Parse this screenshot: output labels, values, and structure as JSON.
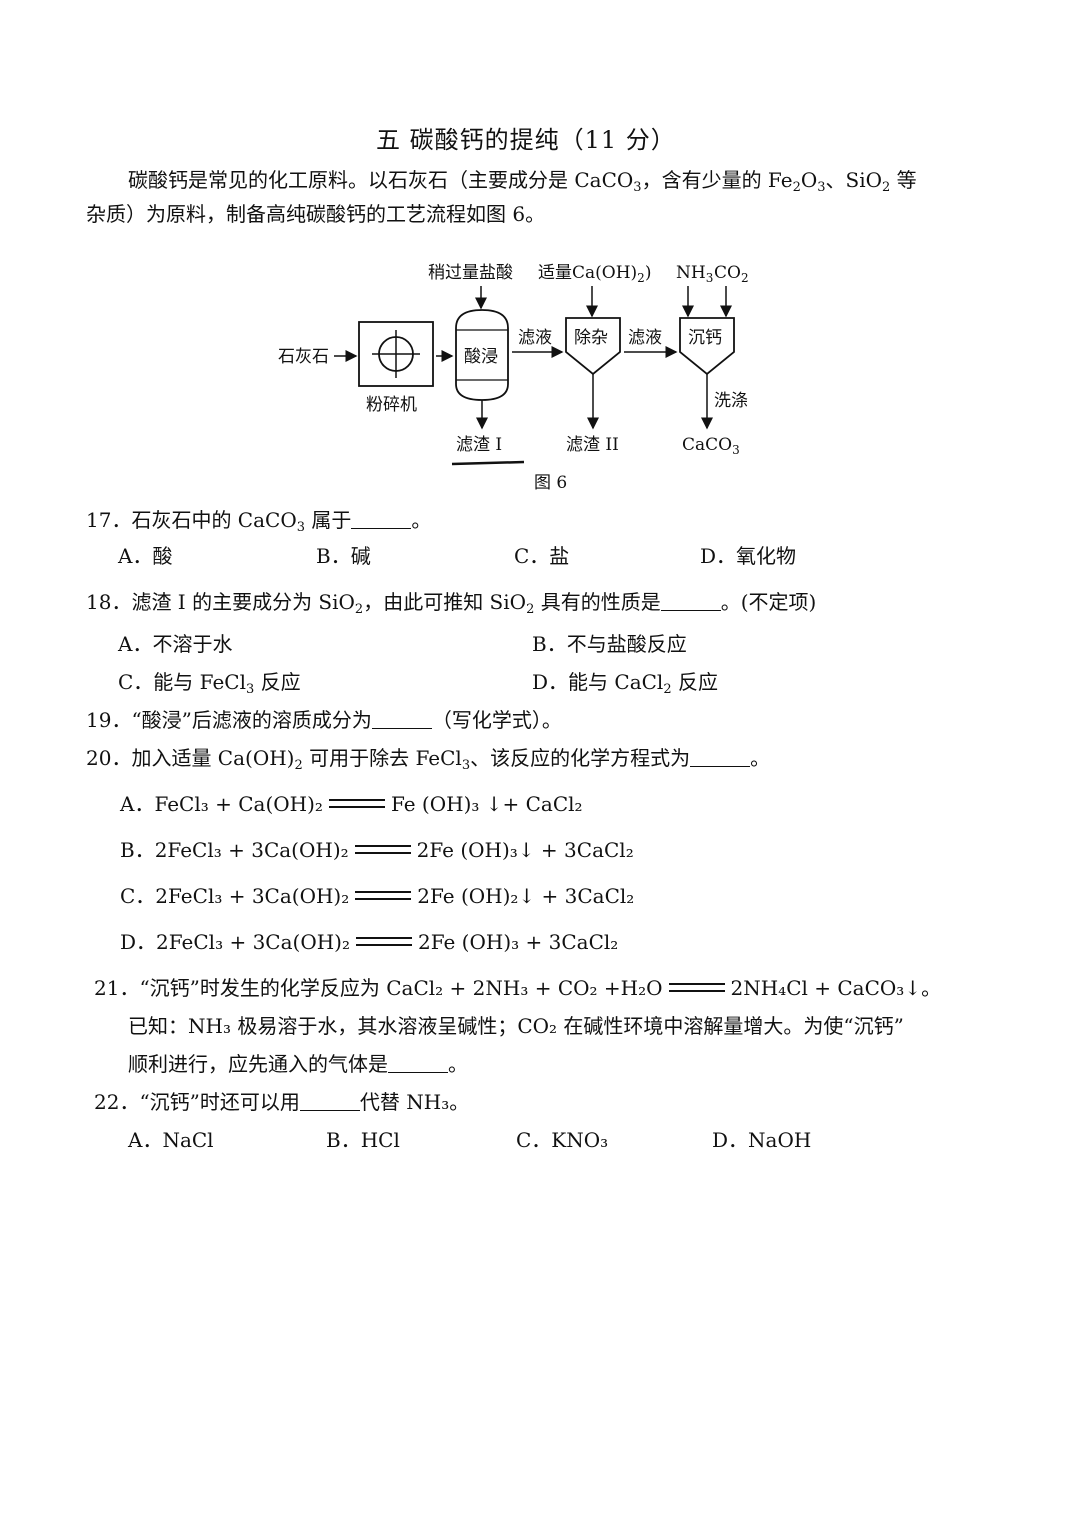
{
  "section_title": "五  碳酸钙的提纯（11 分）",
  "intro": {
    "line1_a": "碳酸钙是常见的化工原料。以石灰石（主要成分是 CaCO",
    "line1_b": "，含有少量的 Fe",
    "line1_c": "O",
    "line1_d": "、SiO",
    "line1_e": " 等",
    "line2": "杂质）为原料，制备高纯碳酸钙的工艺流程如图 6。"
  },
  "diagram": {
    "in_hcl": "稍过量盐酸",
    "in_caoh2": "适量Ca(OH)",
    "in_nh3": "NH",
    "in_co2": "CO",
    "feed": "石灰石",
    "crusher": "粉碎机",
    "acid_leach": "酸浸",
    "filtrate1": "滤液",
    "remove_impurity": "除杂",
    "filtrate2": "滤液",
    "precip_ca": "沉钙",
    "residue1": "滤渣 I",
    "residue2": "滤渣 II",
    "wash": "洗涤",
    "product": "CaCO",
    "caption": "图 6"
  },
  "q17": {
    "stem_a": "17．石灰石中的 CaCO",
    "stem_b": " 属于",
    "stem_c": "。",
    "options": [
      "A．酸",
      "B．碱",
      "C．盐",
      "D．氧化物"
    ]
  },
  "q18": {
    "stem_a": "18．滤渣 I 的主要成分为 SiO",
    "stem_b": "，由此可推知 SiO",
    "stem_c": " 具有的性质是",
    "stem_d": "。(不定项)",
    "opt_a": "A．不溶于水",
    "opt_b": "B．不与盐酸反应",
    "opt_c": "C．能与 FeCl",
    "opt_c2": " 反应",
    "opt_d": "D．能与 CaCl",
    "opt_d2": " 反应"
  },
  "q19": {
    "stem_a": "19．“酸浸”后滤液的溶质成分为",
    "stem_b": "（写化学式）。"
  },
  "q20": {
    "stem_a": "20．加入适量 Ca(OH)",
    "stem_b": " 可用于除去 FeCl",
    "stem_c": "、该反应的化学方程式为",
    "stem_d": "。",
    "a_lhs": "A．FeCl₃ + Ca(OH)₂",
    "a_rhs": "Fe (OH)₃ ↓+ CaCl₂",
    "b_lhs": "B．2FeCl₃ + 3Ca(OH)₂",
    "b_rhs": "2Fe (OH)₃↓ + 3CaCl₂",
    "c_lhs": "C．2FeCl₃ + 3Ca(OH)₂",
    "c_rhs": "2Fe (OH)₂↓ + 3CaCl₂",
    "d_lhs": "D．2FeCl₃ + 3Ca(OH)₂",
    "d_rhs": "2Fe (OH)₃ + 3CaCl₂"
  },
  "q21": {
    "stem_lhs": "21．“沉钙”时发生的化学反应为 CaCl₂ + 2NH₃ + CO₂ +H₂O",
    "stem_rhs": "2NH₄Cl + CaCO₃↓。",
    "line2": "已知：NH₃ 极易溶于水，其水溶液呈碱性；CO₂ 在碱性环境中溶解量增大。为使“沉钙”",
    "line3_a": "顺利进行，应先通入的气体是",
    "line3_b": "。"
  },
  "q22": {
    "stem_a": "22．“沉钙”时还可以用",
    "stem_b": "代替 NH₃。",
    "options": [
      "A．NaCl",
      "B．HCl",
      "C．KNO₃",
      "D．NaOH"
    ]
  }
}
